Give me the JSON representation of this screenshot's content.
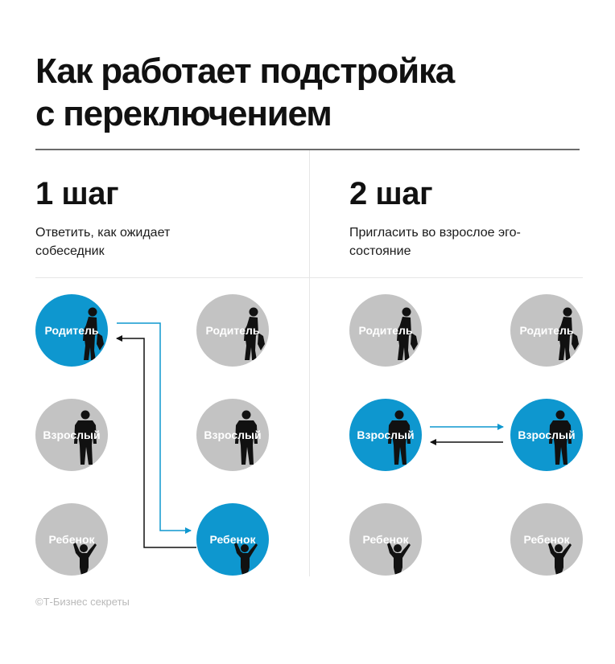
{
  "title": {
    "line1": "Как работает подстройка",
    "line2": "с переключением"
  },
  "colors": {
    "accent": "#0e97cf",
    "node_inactive": "#c3c3c3",
    "silhouette": "#111111",
    "arrow_blue": "#0e97cf",
    "arrow_black": "#111111"
  },
  "steps": [
    {
      "title": "1 шаг",
      "description": "Ответить, как ожидает собеседник",
      "left_column": [
        {
          "label": "Родитель",
          "figure": "parent-silhouette-icon",
          "active": true
        },
        {
          "label": "Взрослый",
          "figure": "adult-silhouette-icon",
          "active": false
        },
        {
          "label": "Ребенок",
          "figure": "child-silhouette-icon",
          "active": false
        }
      ],
      "right_column": [
        {
          "label": "Родитель",
          "figure": "parent-silhouette-icon",
          "active": false
        },
        {
          "label": "Взрослый",
          "figure": "adult-silhouette-icon",
          "active": false
        },
        {
          "label": "Ребенок",
          "figure": "child-silhouette-icon",
          "active": true
        }
      ],
      "connections": [
        {
          "from": "left.Родитель",
          "to": "right.Ребенок",
          "color": "blue"
        },
        {
          "from": "right.Ребенок",
          "to": "left.Родитель",
          "color": "black"
        }
      ]
    },
    {
      "title": "2 шаг",
      "description": "Пригласить во взрослое эго-состояние",
      "left_column": [
        {
          "label": "Родитель",
          "figure": "parent-silhouette-icon",
          "active": false
        },
        {
          "label": "Взрослый",
          "figure": "adult-silhouette-icon",
          "active": true
        },
        {
          "label": "Ребенок",
          "figure": "child-silhouette-icon",
          "active": false
        }
      ],
      "right_column": [
        {
          "label": "Родитель",
          "figure": "parent-silhouette-icon",
          "active": false
        },
        {
          "label": "Взрослый",
          "figure": "adult-silhouette-icon",
          "active": true
        },
        {
          "label": "Ребенок",
          "figure": "child-silhouette-icon",
          "active": false
        }
      ],
      "connections": [
        {
          "from": "left.Взрослый",
          "to": "right.Взрослый",
          "color": "blue"
        },
        {
          "from": "right.Взрослый",
          "to": "left.Взрослый",
          "color": "black"
        }
      ]
    }
  ],
  "credit": "©Т-Бизнес секреты"
}
